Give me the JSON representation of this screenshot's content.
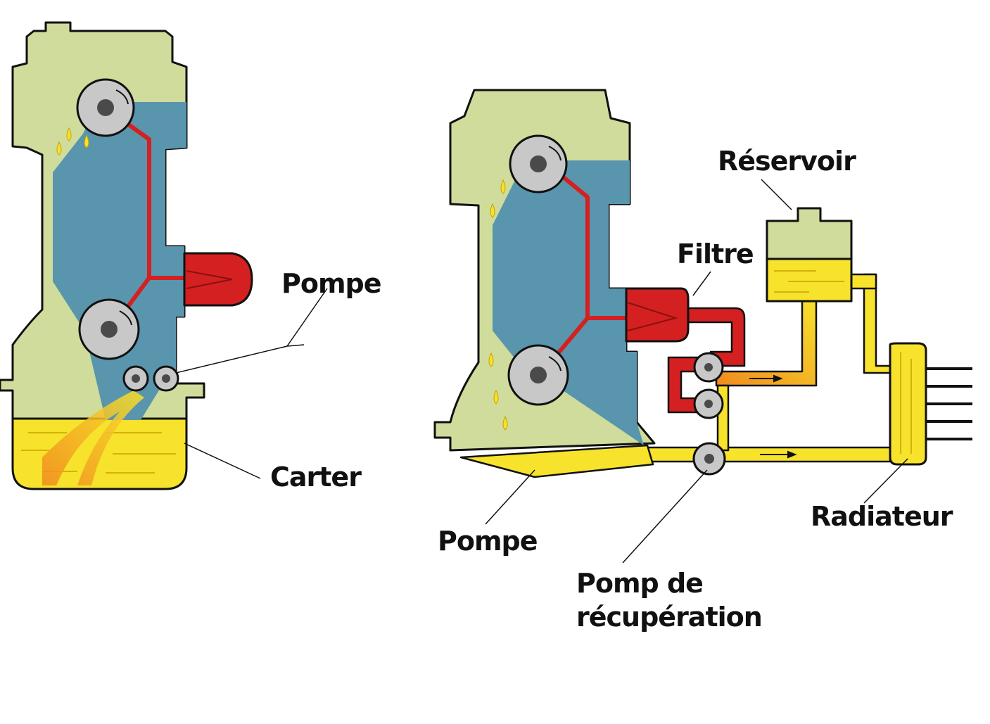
{
  "labels": {
    "pompe_left": "Pompe",
    "carter": "Carter",
    "reservoir": "Réservoir",
    "filtre": "Filtre",
    "pompe_right": "Pompe",
    "pompe_recup_line1": "Pomp de",
    "pompe_recup_line2": "récupération",
    "radiateur": "Radiateur"
  },
  "colors": {
    "block": "#cfdc9b",
    "chamber": "#5995ad",
    "oil_pressure": "#d42020",
    "oil": "#f7e22c",
    "oil_hot": "#f08a1e",
    "gear": "#c8c8c8",
    "hub": "#4a4a4a",
    "outline": "#111111"
  }
}
